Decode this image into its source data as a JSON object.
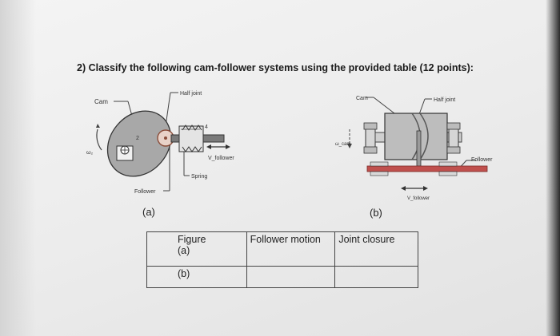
{
  "question": {
    "text": "2) Classify the following cam-follower systems using the provided table (12 points):"
  },
  "figure_a": {
    "caption": "(a)",
    "labels": {
      "cam": "Cam",
      "half_joint": "Half joint",
      "v_follower": "V_follower",
      "spring": "Spring",
      "follower": "Follower",
      "num_2": "2",
      "num_4": "4",
      "omega": "ω₂"
    }
  },
  "figure_b": {
    "caption": "(b)",
    "labels": {
      "cam": "Cam",
      "half_joint": "Half joint",
      "follower": "Follower",
      "v_follower": "V_follower",
      "omega": "ω_cam"
    }
  },
  "table": {
    "headers": [
      "Figure",
      "Follower motion",
      "Joint closure"
    ],
    "rows": [
      [
        "(a)",
        "",
        ""
      ],
      [
        "(b)",
        "",
        ""
      ]
    ]
  },
  "colors": {
    "cam_fill": "#a8a8a8",
    "drum_fill": "#bdbdbd",
    "follower_red": "#c0504d"
  }
}
